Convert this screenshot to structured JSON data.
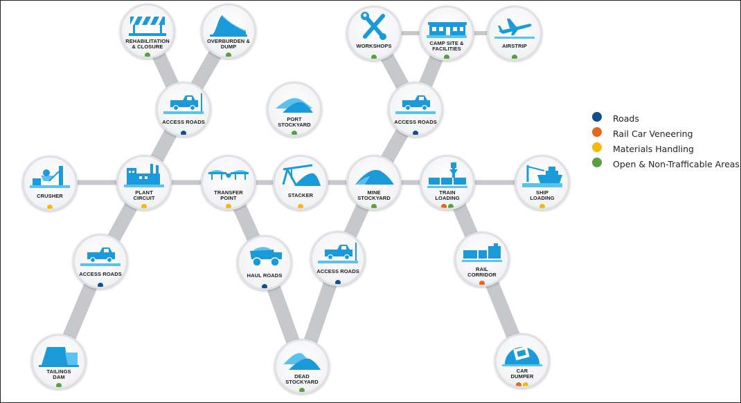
{
  "colors": {
    "roads": "#124e8c",
    "rail": "#e2691c",
    "materials": "#f5b80f",
    "open": "#5a9e44",
    "icon_blue": "#1a9ad8",
    "icon_light": "#5bc2ef",
    "connector": "#c6c8cc"
  },
  "legend": [
    {
      "label": "Roads",
      "color": "#124e8c"
    },
    {
      "label": "Rail Car Veneering",
      "color": "#e2691c"
    },
    {
      "label": "Materials Handling",
      "color": "#f5b80f"
    },
    {
      "label": "Open & Non-Trafficable Areas",
      "color": "#5a9e44"
    }
  ],
  "nodes": [
    {
      "id": "rehab",
      "label": "REHABILITATION\n& CLOSURE",
      "icon": "barrier-icon",
      "dots": [
        "#5a9e44"
      ]
    },
    {
      "id": "overburden",
      "label": "OVERBURDEN &\nDUMP",
      "icon": "dump-icon",
      "dots": [
        "#5a9e44"
      ]
    },
    {
      "id": "access1",
      "label": "ACCESS ROADS",
      "icon": "pickup-truck-icon",
      "dots": [
        "#124e8c"
      ]
    },
    {
      "id": "portstock",
      "label": "PORT\nSTOCKYARD",
      "icon": "stockpile-icon",
      "dots": [
        "#5a9e44"
      ]
    },
    {
      "id": "workshops",
      "label": "WORKSHOPS",
      "icon": "tools-icon",
      "dots": [
        "#5a9e44"
      ]
    },
    {
      "id": "camp",
      "label": "CAMP SITE &\nFACILITIES",
      "icon": "building-icon",
      "dots": [
        "#5a9e44"
      ]
    },
    {
      "id": "airstrip",
      "label": "AIRSTRIP",
      "icon": "airplane-icon",
      "dots": [
        "#5a9e44"
      ]
    },
    {
      "id": "access2",
      "label": "ACCESS ROADS",
      "icon": "pickup-truck-icon",
      "dots": [
        "#124e8c"
      ]
    },
    {
      "id": "crusher",
      "label": "CRUSHER",
      "icon": "crusher-icon",
      "dots": [
        "#f5b80f"
      ]
    },
    {
      "id": "plant",
      "label": "PLANT\nCIRCUIT",
      "icon": "factory-icon",
      "dots": [
        "#f5b80f"
      ]
    },
    {
      "id": "transfer",
      "label": "TRANSFER\nPOINT",
      "icon": "conveyor-icon",
      "dots": [
        "#f5b80f"
      ]
    },
    {
      "id": "stacker",
      "label": "STACKER",
      "icon": "stacker-icon",
      "dots": [
        "#f5b80f"
      ]
    },
    {
      "id": "minestock",
      "label": "MINE\nSTOCKYARD",
      "icon": "stockpile-icon",
      "dots": [
        "#5a9e44"
      ]
    },
    {
      "id": "train",
      "label": "TRAIN\nLOADING",
      "icon": "train-loading-icon",
      "dots": [
        "#e2691c",
        "#5a9e44"
      ]
    },
    {
      "id": "ship",
      "label": "SHIP\nLOADING",
      "icon": "ship-icon",
      "dots": [
        "#f5b80f"
      ]
    },
    {
      "id": "access3",
      "label": "ACCESS ROADS",
      "icon": "pickup-truck-icon",
      "dots": [
        "#124e8c"
      ]
    },
    {
      "id": "haul",
      "label": "HAUL ROADS",
      "icon": "haul-truck-icon",
      "dots": [
        "#124e8c"
      ]
    },
    {
      "id": "access4",
      "label": "ACCESS ROADS",
      "icon": "pickup-truck-icon",
      "dots": [
        "#124e8c"
      ]
    },
    {
      "id": "railcorr",
      "label": "RAIL\nCORRIDOR",
      "icon": "locomotive-icon",
      "dots": [
        "#e2691c"
      ]
    },
    {
      "id": "tailings",
      "label": "TAILINGS\nDAM",
      "icon": "dam-icon",
      "dots": [
        "#5a9e44"
      ]
    },
    {
      "id": "dead",
      "label": "DEAD\nSTOCKYARD",
      "icon": "stockpile-icon",
      "dots": [
        "#5a9e44"
      ]
    },
    {
      "id": "cardumper",
      "label": "CAR\nDUMPER",
      "icon": "car-dumper-icon",
      "dots": [
        "#e2691c",
        "#f5b80f"
      ]
    }
  ]
}
